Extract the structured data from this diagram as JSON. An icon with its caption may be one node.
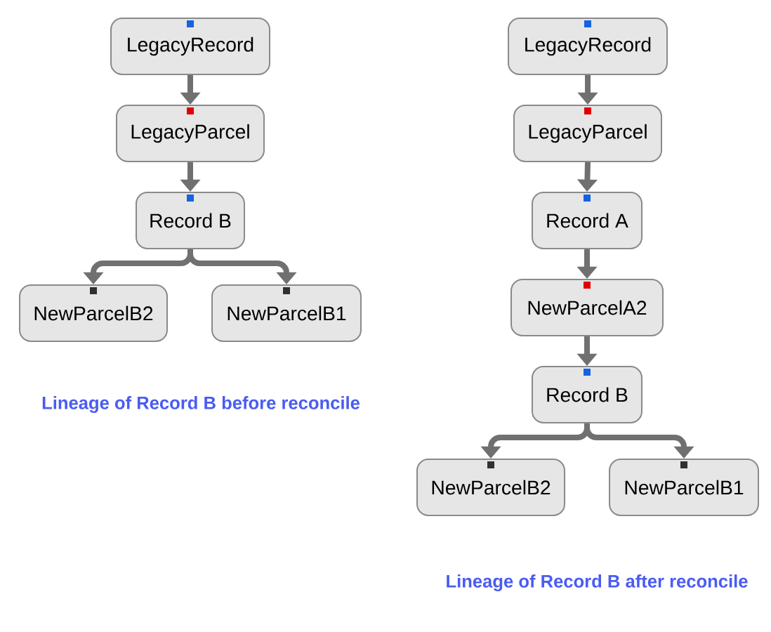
{
  "diagram": {
    "nodes": [
      {
        "text": [
          "LegacyRecord"
        ]
      },
      {
        "text": [
          "LegacyParcel"
        ]
      },
      {
        "text": [
          "Record B"
        ]
      },
      {
        "text": [
          "NewParcelB2"
        ]
      },
      {
        "text": [
          "NewParcelB1"
        ]
      },
      {
        "text": [
          "LegacyRecord"
        ]
      },
      {
        "text": [
          "LegacyParcel"
        ]
      },
      {
        "text": [
          "Record A"
        ]
      },
      {
        "text": [
          "NewParcelA2"
        ]
      },
      {
        "text": [
          "Record B"
        ]
      },
      {
        "text": [
          "NewParcelB2"
        ]
      },
      {
        "text": [
          "NewParcelB1"
        ]
      }
    ],
    "edges": [
      {
        "from": 0,
        "to": 1,
        "arrow": "to"
      },
      {
        "from": 1,
        "to": 2,
        "arrow": "to"
      },
      {
        "from": 2,
        "to": 3,
        "arrow": "to"
      },
      {
        "from": 2,
        "to": 4,
        "arrow": "to"
      },
      {
        "from": 5,
        "to": 6,
        "arrow": "to"
      },
      {
        "from": 6,
        "to": 7,
        "arrow": "to"
      },
      {
        "from": 7,
        "to": 8,
        "arrow": "to"
      },
      {
        "from": 8,
        "to": 9,
        "arrow": "to"
      },
      {
        "from": 9,
        "to": 10,
        "arrow": "to"
      },
      {
        "from": 9,
        "to": 11,
        "arrow": "to"
      }
    ],
    "labels": [
      "Lineage of Record B before reconcile",
      "Lineage of Record B after reconcile"
    ]
  }
}
